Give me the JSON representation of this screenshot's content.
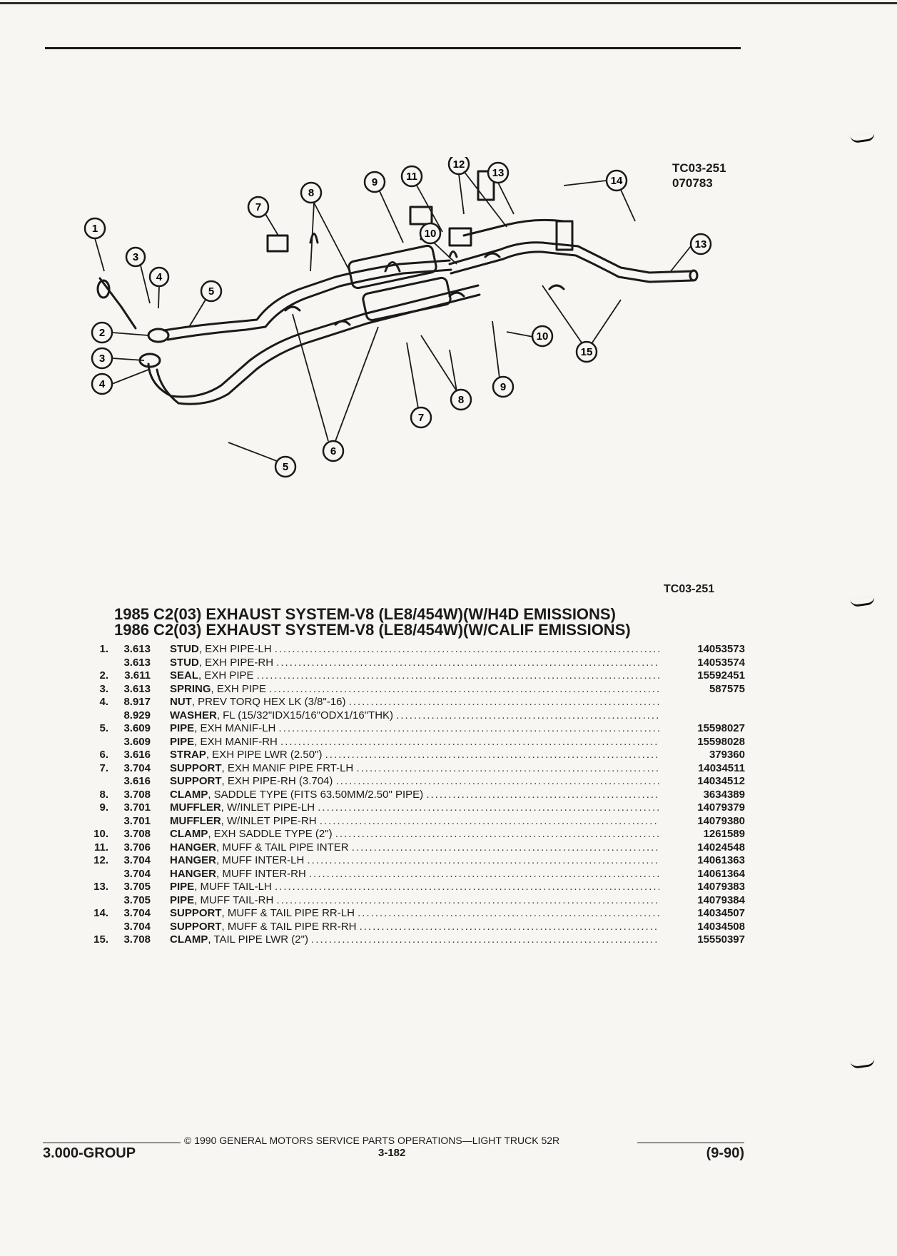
{
  "figure": {
    "code": "TC03-251",
    "date_code": "070783",
    "label": "TC03-251"
  },
  "title": {
    "line1": "1985 C2(03) EXHAUST SYSTEM-V8 (LE8/454W)(W/H4D EMISSIONS)",
    "line2": "1986 C2(03) EXHAUST SYSTEM-V8 (LE8/454W)(W/CALIF EMISSIONS)"
  },
  "callouts": [
    "1",
    "2",
    "3",
    "4",
    "5",
    "6",
    "7",
    "8",
    "9",
    "10",
    "11",
    "12",
    "13",
    "14",
    "15"
  ],
  "parts": [
    {
      "num": "1.",
      "group": "3.613",
      "name": "STUD",
      "desc": ", EXH PIPE-LH",
      "pn": "14053573"
    },
    {
      "num": "",
      "group": "3.613",
      "name": "STUD",
      "desc": ", EXH PIPE-RH",
      "pn": "14053574"
    },
    {
      "num": "2.",
      "group": "3.611",
      "name": "SEAL",
      "desc": ", EXH PIPE",
      "pn": "15592451"
    },
    {
      "num": "3.",
      "group": "3.613",
      "name": "SPRING",
      "desc": ", EXH PIPE",
      "pn": "587575"
    },
    {
      "num": "4.",
      "group": "8.917",
      "name": "NUT",
      "desc": ", PREV TORQ HEX LK (3/8\"-16)",
      "pn": ""
    },
    {
      "num": "",
      "group": "8.929",
      "name": "WASHER",
      "desc": ", FL (15/32\"IDX15/16\"ODX1/16\"THK)",
      "pn": ""
    },
    {
      "num": "5.",
      "group": "3.609",
      "name": "PIPE",
      "desc": ", EXH MANIF-LH",
      "pn": "15598027"
    },
    {
      "num": "",
      "group": "3.609",
      "name": "PIPE",
      "desc": ", EXH MANIF-RH",
      "pn": "15598028"
    },
    {
      "num": "6.",
      "group": "3.616",
      "name": "STRAP",
      "desc": ", EXH PIPE LWR (2.50\")",
      "pn": "379360"
    },
    {
      "num": "7.",
      "group": "3.704",
      "name": "SUPPORT",
      "desc": ", EXH MANIF PIPE FRT-LH",
      "pn": "14034511"
    },
    {
      "num": "",
      "group": "3.616",
      "name": "SUPPORT",
      "desc": ", EXH PIPE-RH (3.704)",
      "pn": "14034512"
    },
    {
      "num": "8.",
      "group": "3.708",
      "name": "CLAMP",
      "desc": ", SADDLE TYPE (FITS 63.50MM/2.50\" PIPE)",
      "pn": "3634389"
    },
    {
      "num": "9.",
      "group": "3.701",
      "name": "MUFFLER",
      "desc": ", W/INLET PIPE-LH",
      "pn": "14079379"
    },
    {
      "num": "",
      "group": "3.701",
      "name": "MUFFLER",
      "desc": ", W/INLET PIPE-RH",
      "pn": "14079380"
    },
    {
      "num": "10.",
      "group": "3.708",
      "name": "CLAMP",
      "desc": ", EXH SADDLE TYPE (2\")",
      "pn": "1261589"
    },
    {
      "num": "11.",
      "group": "3.706",
      "name": "HANGER",
      "desc": ", MUFF & TAIL PIPE INTER",
      "pn": "14024548"
    },
    {
      "num": "12.",
      "group": "3.704",
      "name": "HANGER",
      "desc": ", MUFF INTER-LH",
      "pn": "14061363"
    },
    {
      "num": "",
      "group": "3.704",
      "name": "HANGER",
      "desc": ", MUFF INTER-RH",
      "pn": "14061364"
    },
    {
      "num": "13.",
      "group": "3.705",
      "name": "PIPE",
      "desc": ", MUFF TAIL-LH",
      "pn": "14079383"
    },
    {
      "num": "",
      "group": "3.705",
      "name": "PIPE",
      "desc": ", MUFF TAIL-RH",
      "pn": "14079384"
    },
    {
      "num": "14.",
      "group": "3.704",
      "name": "SUPPORT",
      "desc": ", MUFF & TAIL PIPE RR-LH",
      "pn": "14034507"
    },
    {
      "num": "",
      "group": "3.704",
      "name": "SUPPORT",
      "desc": ", MUFF & TAIL PIPE RR-RH",
      "pn": "14034508"
    },
    {
      "num": "15.",
      "group": "3.708",
      "name": "CLAMP",
      "desc": ", TAIL PIPE LWR (2\")",
      "pn": "15550397"
    }
  ],
  "footer": {
    "copyright": "© 1990 GENERAL MOTORS SERVICE PARTS OPERATIONS—LIGHT TRUCK 52R",
    "group": "3.000-GROUP",
    "page": "3-182",
    "date": "(9-90)"
  },
  "colors": {
    "ink": "#1a1a1a",
    "paper": "#f7f6f2"
  }
}
